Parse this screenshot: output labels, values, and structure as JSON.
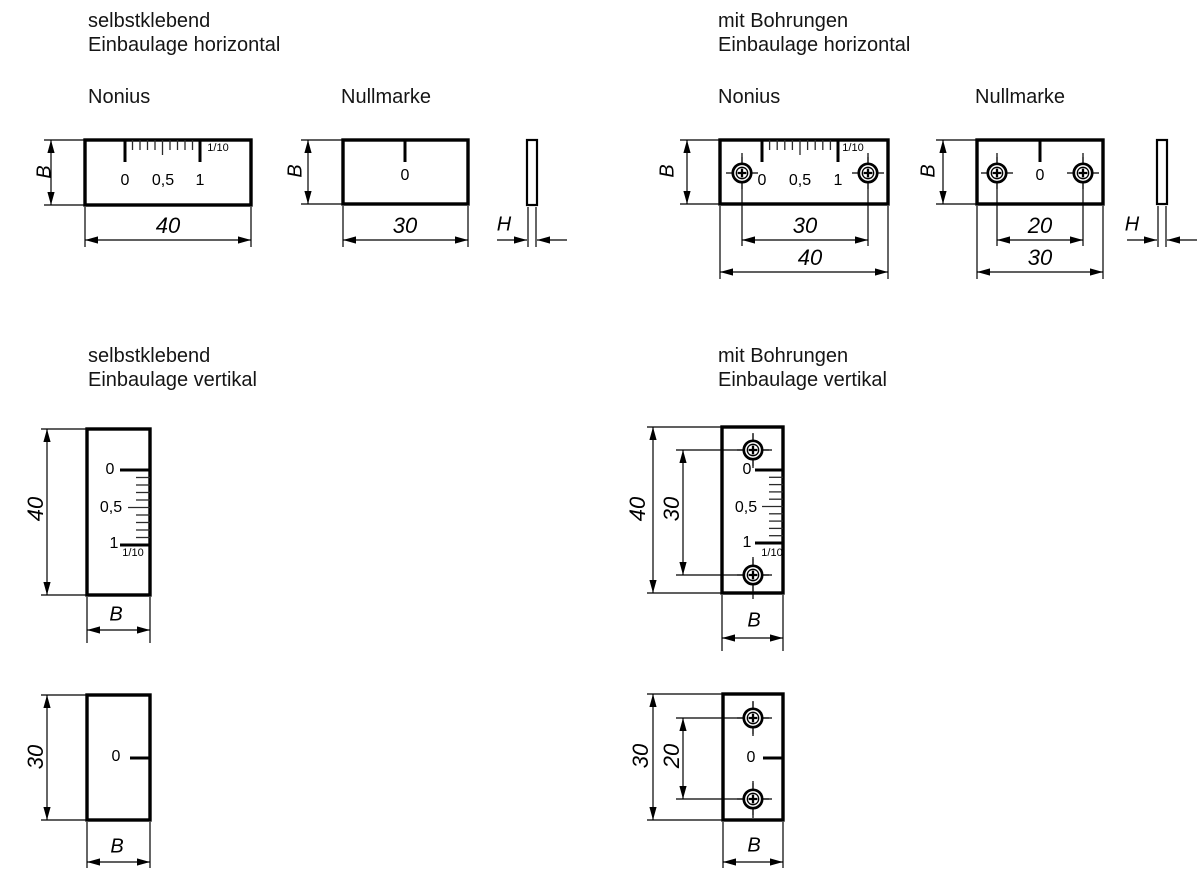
{
  "colors": {
    "ink": "#000000",
    "background": "#ffffff"
  },
  "sections": {
    "top_left": {
      "line1": "selbstklebend",
      "line2": "Einbaulage horizontal",
      "label_nonius": "Nonius",
      "label_nullmarke": "Nullmarke"
    },
    "top_right": {
      "line1": "mit Bohrungen",
      "line2": "Einbaulage horizontal",
      "label_nonius": "Nonius",
      "label_nullmarke": "Nullmarke"
    },
    "bottom_left": {
      "line1": "selbstklebend",
      "line2": "Einbaulage vertikal"
    },
    "bottom_right": {
      "line1": "mit Bohrungen",
      "line2": "Einbaulage vertikal"
    }
  },
  "scale": {
    "zero": "0",
    "half": "0,5",
    "one": "1",
    "fraction": "1/10"
  },
  "dimensions": {
    "b": "B",
    "h": "H",
    "v40": "40",
    "v30": "30",
    "v20": "20"
  }
}
